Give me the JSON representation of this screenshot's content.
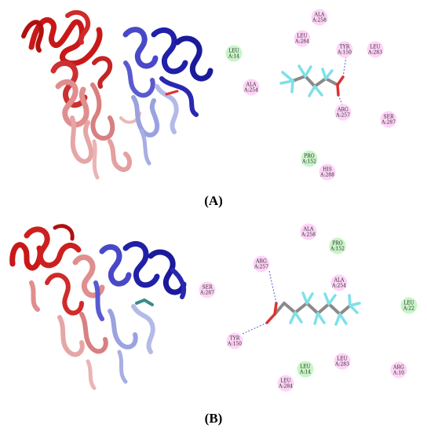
{
  "colors": {
    "hydrophobic": "#ffd4f7",
    "hbond_residue": "#ffd4f7",
    "polar": "#c8f5c8",
    "hbond_line": "#5b5bd6",
    "carbon": "#8a8a8a",
    "fluorine": "#7fe0e8",
    "oxygen": "#e03030",
    "protein_red": "#cc2020",
    "protein_pink": "#e8a0a0",
    "protein_blue": "#2a2aaa",
    "protein_lavender": "#aab0e8"
  },
  "panels": [
    {
      "label": "(A)",
      "residues": [
        {
          "name": "ALA",
          "id": "A:258",
          "kind": "hydrophobic"
        },
        {
          "name": "LEU",
          "id": "A:284",
          "kind": "hydrophobic"
        },
        {
          "name": "TYR",
          "id": "A:150",
          "kind": "hydrophobic"
        },
        {
          "name": "LEU",
          "id": "A:283",
          "kind": "hydrophobic"
        },
        {
          "name": "LEU",
          "id": "A:14",
          "kind": "polar"
        },
        {
          "name": "ALA",
          "id": "A:254",
          "kind": "hydrophobic"
        },
        {
          "name": "ARG",
          "id": "A:257",
          "kind": "hydrophobic"
        },
        {
          "name": "SER",
          "id": "A:287",
          "kind": "hydrophobic"
        },
        {
          "name": "PRO",
          "id": "A:152",
          "kind": "polar"
        },
        {
          "name": "HIS",
          "id": "A:288",
          "kind": "hydrophobic"
        }
      ]
    },
    {
      "label": "(B)",
      "residues": [
        {
          "name": "ALA",
          "id": "A:258",
          "kind": "hydrophobic"
        },
        {
          "name": "PRO",
          "id": "A:152",
          "kind": "polar"
        },
        {
          "name": "ARG",
          "id": "A:257",
          "kind": "hydrophobic"
        },
        {
          "name": "SER",
          "id": "A:287",
          "kind": "hydrophobic"
        },
        {
          "name": "ALA",
          "id": "A:254",
          "kind": "hydrophobic"
        },
        {
          "name": "LEU",
          "id": "A:22",
          "kind": "polar"
        },
        {
          "name": "TYR",
          "id": "A:150",
          "kind": "hydrophobic"
        },
        {
          "name": "LEU",
          "id": "A:283",
          "kind": "hydrophobic"
        },
        {
          "name": "LEU",
          "id": "A:14",
          "kind": "polar"
        },
        {
          "name": "ARG",
          "id": "A:10",
          "kind": "hydrophobic"
        },
        {
          "name": "LEU",
          "id": "A:284",
          "kind": "hydrophobic"
        }
      ]
    }
  ]
}
